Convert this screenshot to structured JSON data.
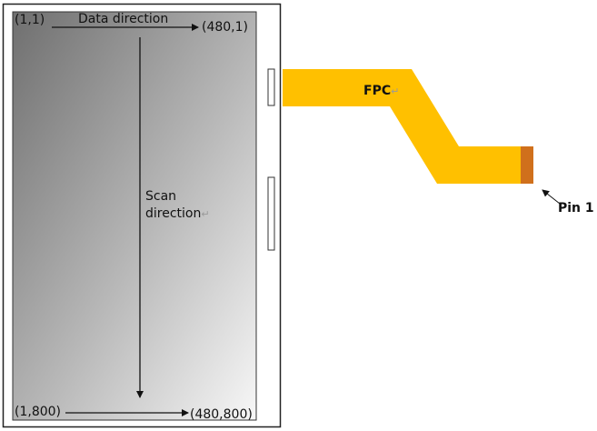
{
  "labels": {
    "origin": "(1,1)",
    "top_right": "(480,1)",
    "bottom_left": "(1,800)",
    "bottom_right": "(480,800)",
    "data_direction": "Data direction",
    "scan_direction_line1": "Scan",
    "scan_direction_line2": "direction",
    "fpc": "FPC",
    "pin1": "Pin 1"
  },
  "return_mark": "↵",
  "colors": {
    "frame": "#222222",
    "screen_dark": "#6f6f6f",
    "screen_light": "#f7f7f7",
    "fpc": "#ffc000",
    "pin_contact": "#d0701c",
    "arrow": "#111111"
  }
}
